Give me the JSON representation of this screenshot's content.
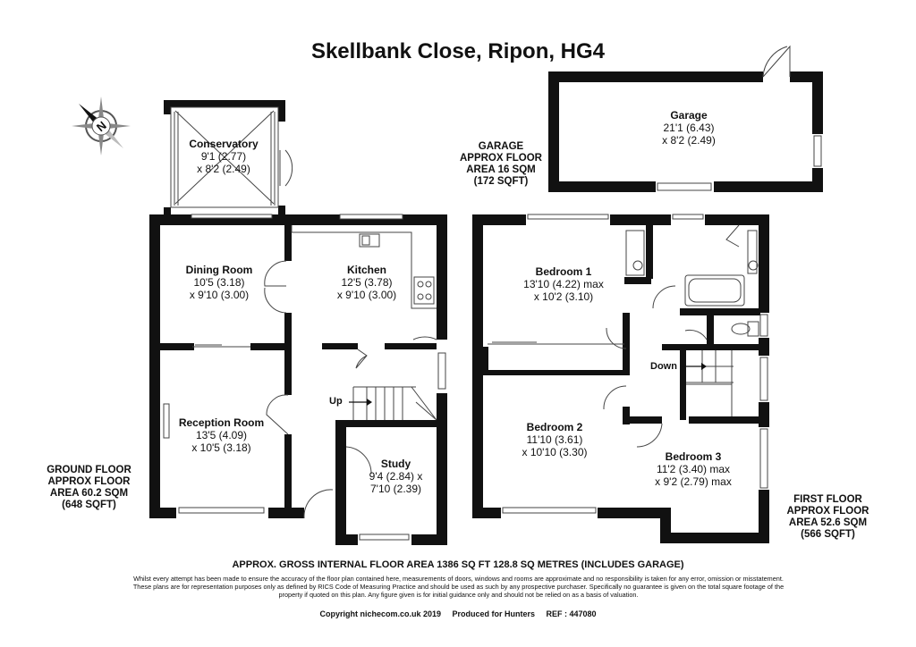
{
  "title": "Skellbank Close, Ripon, HG4",
  "compass_letter": "N",
  "rooms": {
    "conservatory": {
      "name": "Conservatory",
      "d1": "9'1 (2.77)",
      "d2": "x 8'2 (2.49)"
    },
    "dining": {
      "name": "Dining Room",
      "d1": "10'5 (3.18)",
      "d2": "x 9'10 (3.00)"
    },
    "kitchen": {
      "name": "Kitchen",
      "d1": "12'5 (3.78)",
      "d2": "x 9'10 (3.00)"
    },
    "reception": {
      "name": "Reception Room",
      "d1": "13'5 (4.09)",
      "d2": "x 10'5 (3.18)"
    },
    "study": {
      "name": "Study",
      "d1": "9'4 (2.84) x",
      "d2": "7'10 (2.39)"
    },
    "garage": {
      "name": "Garage",
      "d1": "21'1 (6.43)",
      "d2": "x 8'2 (2.49)"
    },
    "bed1": {
      "name": "Bedroom 1",
      "d1": "13'10 (4.22) max",
      "d2": "x 10'2 (3.10)"
    },
    "bed2": {
      "name": "Bedroom 2",
      "d1": "11'10 (3.61)",
      "d2": "x 10'10 (3.30)"
    },
    "bed3": {
      "name": "Bedroom 3",
      "d1": "11'2 (3.40) max",
      "d2": "x 9'2 (2.79) max"
    }
  },
  "stairs": {
    "up": "Up",
    "down": "Down"
  },
  "areas": {
    "garage": [
      "GARAGE",
      "APPROX FLOOR",
      "AREA 16 SQM",
      "(172 SQFT)"
    ],
    "ground": [
      "GROUND FLOOR",
      "APPROX FLOOR",
      "AREA 60.2 SQM",
      "(648 SQFT)"
    ],
    "first": [
      "FIRST FLOOR",
      "APPROX FLOOR",
      "AREA 52.6 SQM",
      "(566 SQFT)"
    ]
  },
  "gross": "APPROX. GROSS INTERNAL FLOOR AREA 1386 SQ FT 128.8 SQ METRES (INCLUDES GARAGE)",
  "disclaimer": "Whilst every attempt has been made to ensure the accuracy of the floor plan contained here, measurements of doors, windows and rooms are approximate and no responsibility is taken for any error, omission or misstatement. These plans are for representation purposes only as defined by RICS Code of Measuring Practice and should be used as such by any prospective purchaser. Specifically no guarantee is given on the total square footage of the property if quoted on this plan. Any figure given is for initial guidance only and should not be relied on as a basis of valuation.",
  "copyright": "Copyright nichecom.co.uk 2019     Produced for Hunters     REF : 447080"
}
